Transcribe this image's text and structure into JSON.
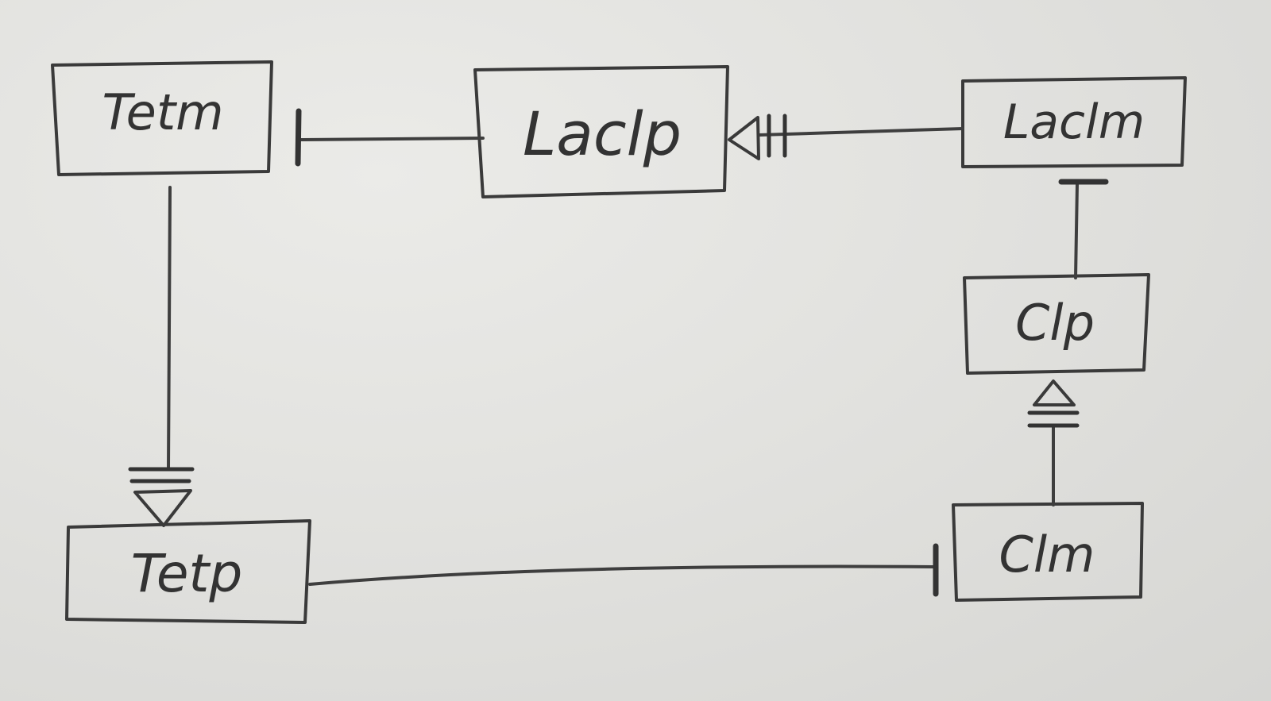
{
  "diagram": {
    "nodes": [
      {
        "id": "tetm",
        "label": "Tetm"
      },
      {
        "id": "laclp",
        "label": "Laclp"
      },
      {
        "id": "laclm",
        "label": "Laclm"
      },
      {
        "id": "clp",
        "label": "Clp"
      },
      {
        "id": "clm",
        "label": "Clm"
      },
      {
        "id": "tetp",
        "label": "Tetp"
      }
    ],
    "edges": [
      {
        "from": "laclp",
        "to": "tetm",
        "end": "bar"
      },
      {
        "from": "laclm",
        "to": "laclp",
        "end": "triangle-double-bar"
      },
      {
        "from": "clp",
        "to": "laclm",
        "end": "bar"
      },
      {
        "from": "clm",
        "to": "clp",
        "end": "triangle-double-bar"
      },
      {
        "from": "tetp",
        "to": "clm",
        "end": "bar"
      },
      {
        "from": "tetm",
        "to": "tetp",
        "end": "triangle-double-bar"
      }
    ]
  }
}
